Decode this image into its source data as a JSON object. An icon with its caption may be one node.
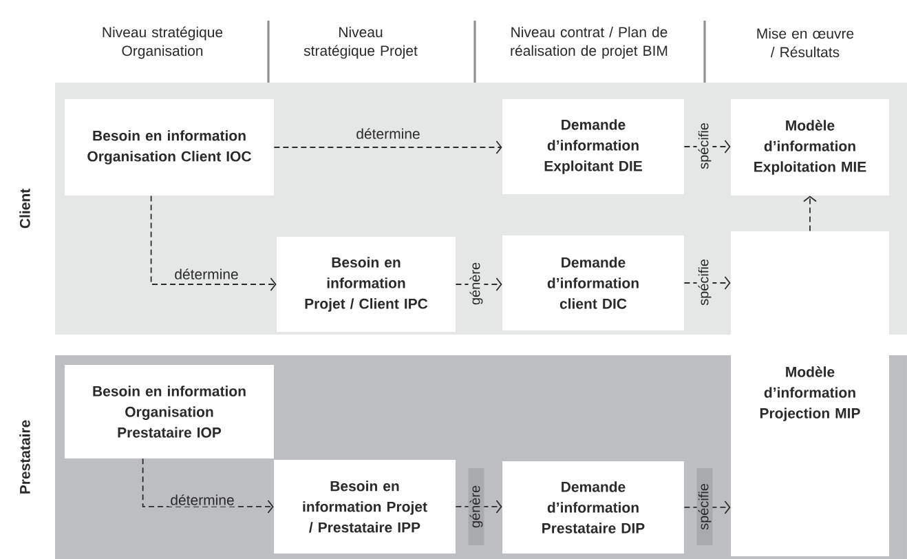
{
  "diagram": {
    "nodes": [
      {
        "text": [
          "Client"
        ]
      },
      {
        "text": [
          "Besoin en information Organisation Client IOC"
        ],
        "in": 0
      },
      {
        "text": [
          "Demande d’information Exploitant DIE"
        ],
        "in": 0
      },
      {
        "text": [
          "Modèle d’information Exploitation MIE"
        ],
        "in": 0
      },
      {
        "text": [
          "Besoin en information Projet / Client IPC"
        ],
        "in": 0
      },
      {
        "text": [
          "Demande d’information client DIC"
        ],
        "in": 0
      },
      {
        "text": [
          "Modèle d’information Projection MIP"
        ]
      },
      {
        "text": [
          "Prestataire"
        ]
      },
      {
        "text": [
          "Besoin en information Organisation Prestataire IOP"
        ],
        "in": 7
      },
      {
        "text": [
          "Besoin en information Projet / Prestataire IPP"
        ],
        "in": 7
      },
      {
        "text": [
          "Demande d’information Prestataire DIP"
        ],
        "in": 7
      }
    ],
    "edges": [
      {
        "from": 1,
        "to": 2,
        "arrow": "to",
        "label": "détermine",
        "style": "dashed"
      },
      {
        "from": 1,
        "to": 4,
        "arrow": "to",
        "label": "détermine",
        "style": "dashed"
      },
      {
        "from": 4,
        "to": 5,
        "arrow": "to",
        "label": "génère",
        "style": "dashed"
      },
      {
        "from": 2,
        "to": 3,
        "arrow": "to",
        "label": "spécifie",
        "style": "dashed"
      },
      {
        "from": 5,
        "to": 6,
        "arrow": "to",
        "label": "spécifie",
        "style": "dashed"
      },
      {
        "from": 6,
        "to": 3,
        "arrow": "to",
        "style": "dashed"
      },
      {
        "from": 8,
        "to": 9,
        "arrow": "to",
        "label": "détermine",
        "style": "dashed"
      },
      {
        "from": 9,
        "to": 10,
        "arrow": "to",
        "label": "génère",
        "style": "dashed"
      },
      {
        "from": 10,
        "to": 6,
        "arrow": "to",
        "label": "spécifie",
        "style": "dashed"
      }
    ],
    "labels": [
      "Niveau stratégique Organisation",
      "Niveau stratégique Projet",
      "Niveau contrat / Plan de réalisation de projet BIM",
      "Mise en œuvre / Résultats"
    ]
  }
}
